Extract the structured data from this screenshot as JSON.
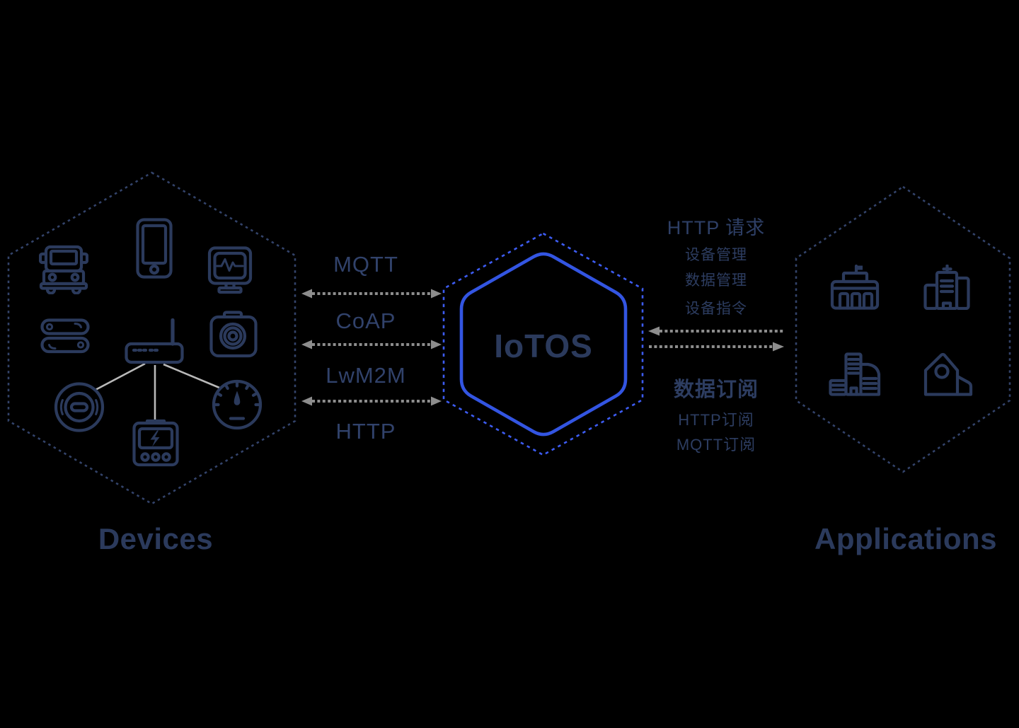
{
  "platform": {
    "name": "IoTOS"
  },
  "devices_group": {
    "label": "Devices",
    "icons": [
      "bus-icon",
      "smartphone-icon",
      "monitor-icon",
      "server-icon",
      "router-icon",
      "camera-icon",
      "sensor-icon",
      "power-meter-icon",
      "gauge-icon"
    ]
  },
  "applications_group": {
    "label": "Applications",
    "icons": [
      "government-building-icon",
      "hospital-icon",
      "office-building-icon",
      "warehouse-icon"
    ]
  },
  "device_protocols": [
    {
      "label": "MQTT"
    },
    {
      "label": "CoAP"
    },
    {
      "label": "LwM2M"
    },
    {
      "label": "HTTP"
    }
  ],
  "app_flows": {
    "http_request": {
      "title": "HTTP 请求",
      "items": [
        "设备管理",
        "数据管理",
        "设备指令"
      ]
    },
    "data_subscribe": {
      "title": "数据订阅",
      "items": [
        "HTTP订阅",
        "MQTT订阅"
      ]
    }
  },
  "colors": {
    "icon_navy": "#2b3a5c",
    "hexagon_dash_navy": "#33436a",
    "hexagon_solid_blue": "#3355e2",
    "hexagon_dash_blue": "#3d5cf2",
    "arrow_gray": "#8d8d8d",
    "connector_gray": "#b9b9b9",
    "background": "#000000"
  }
}
